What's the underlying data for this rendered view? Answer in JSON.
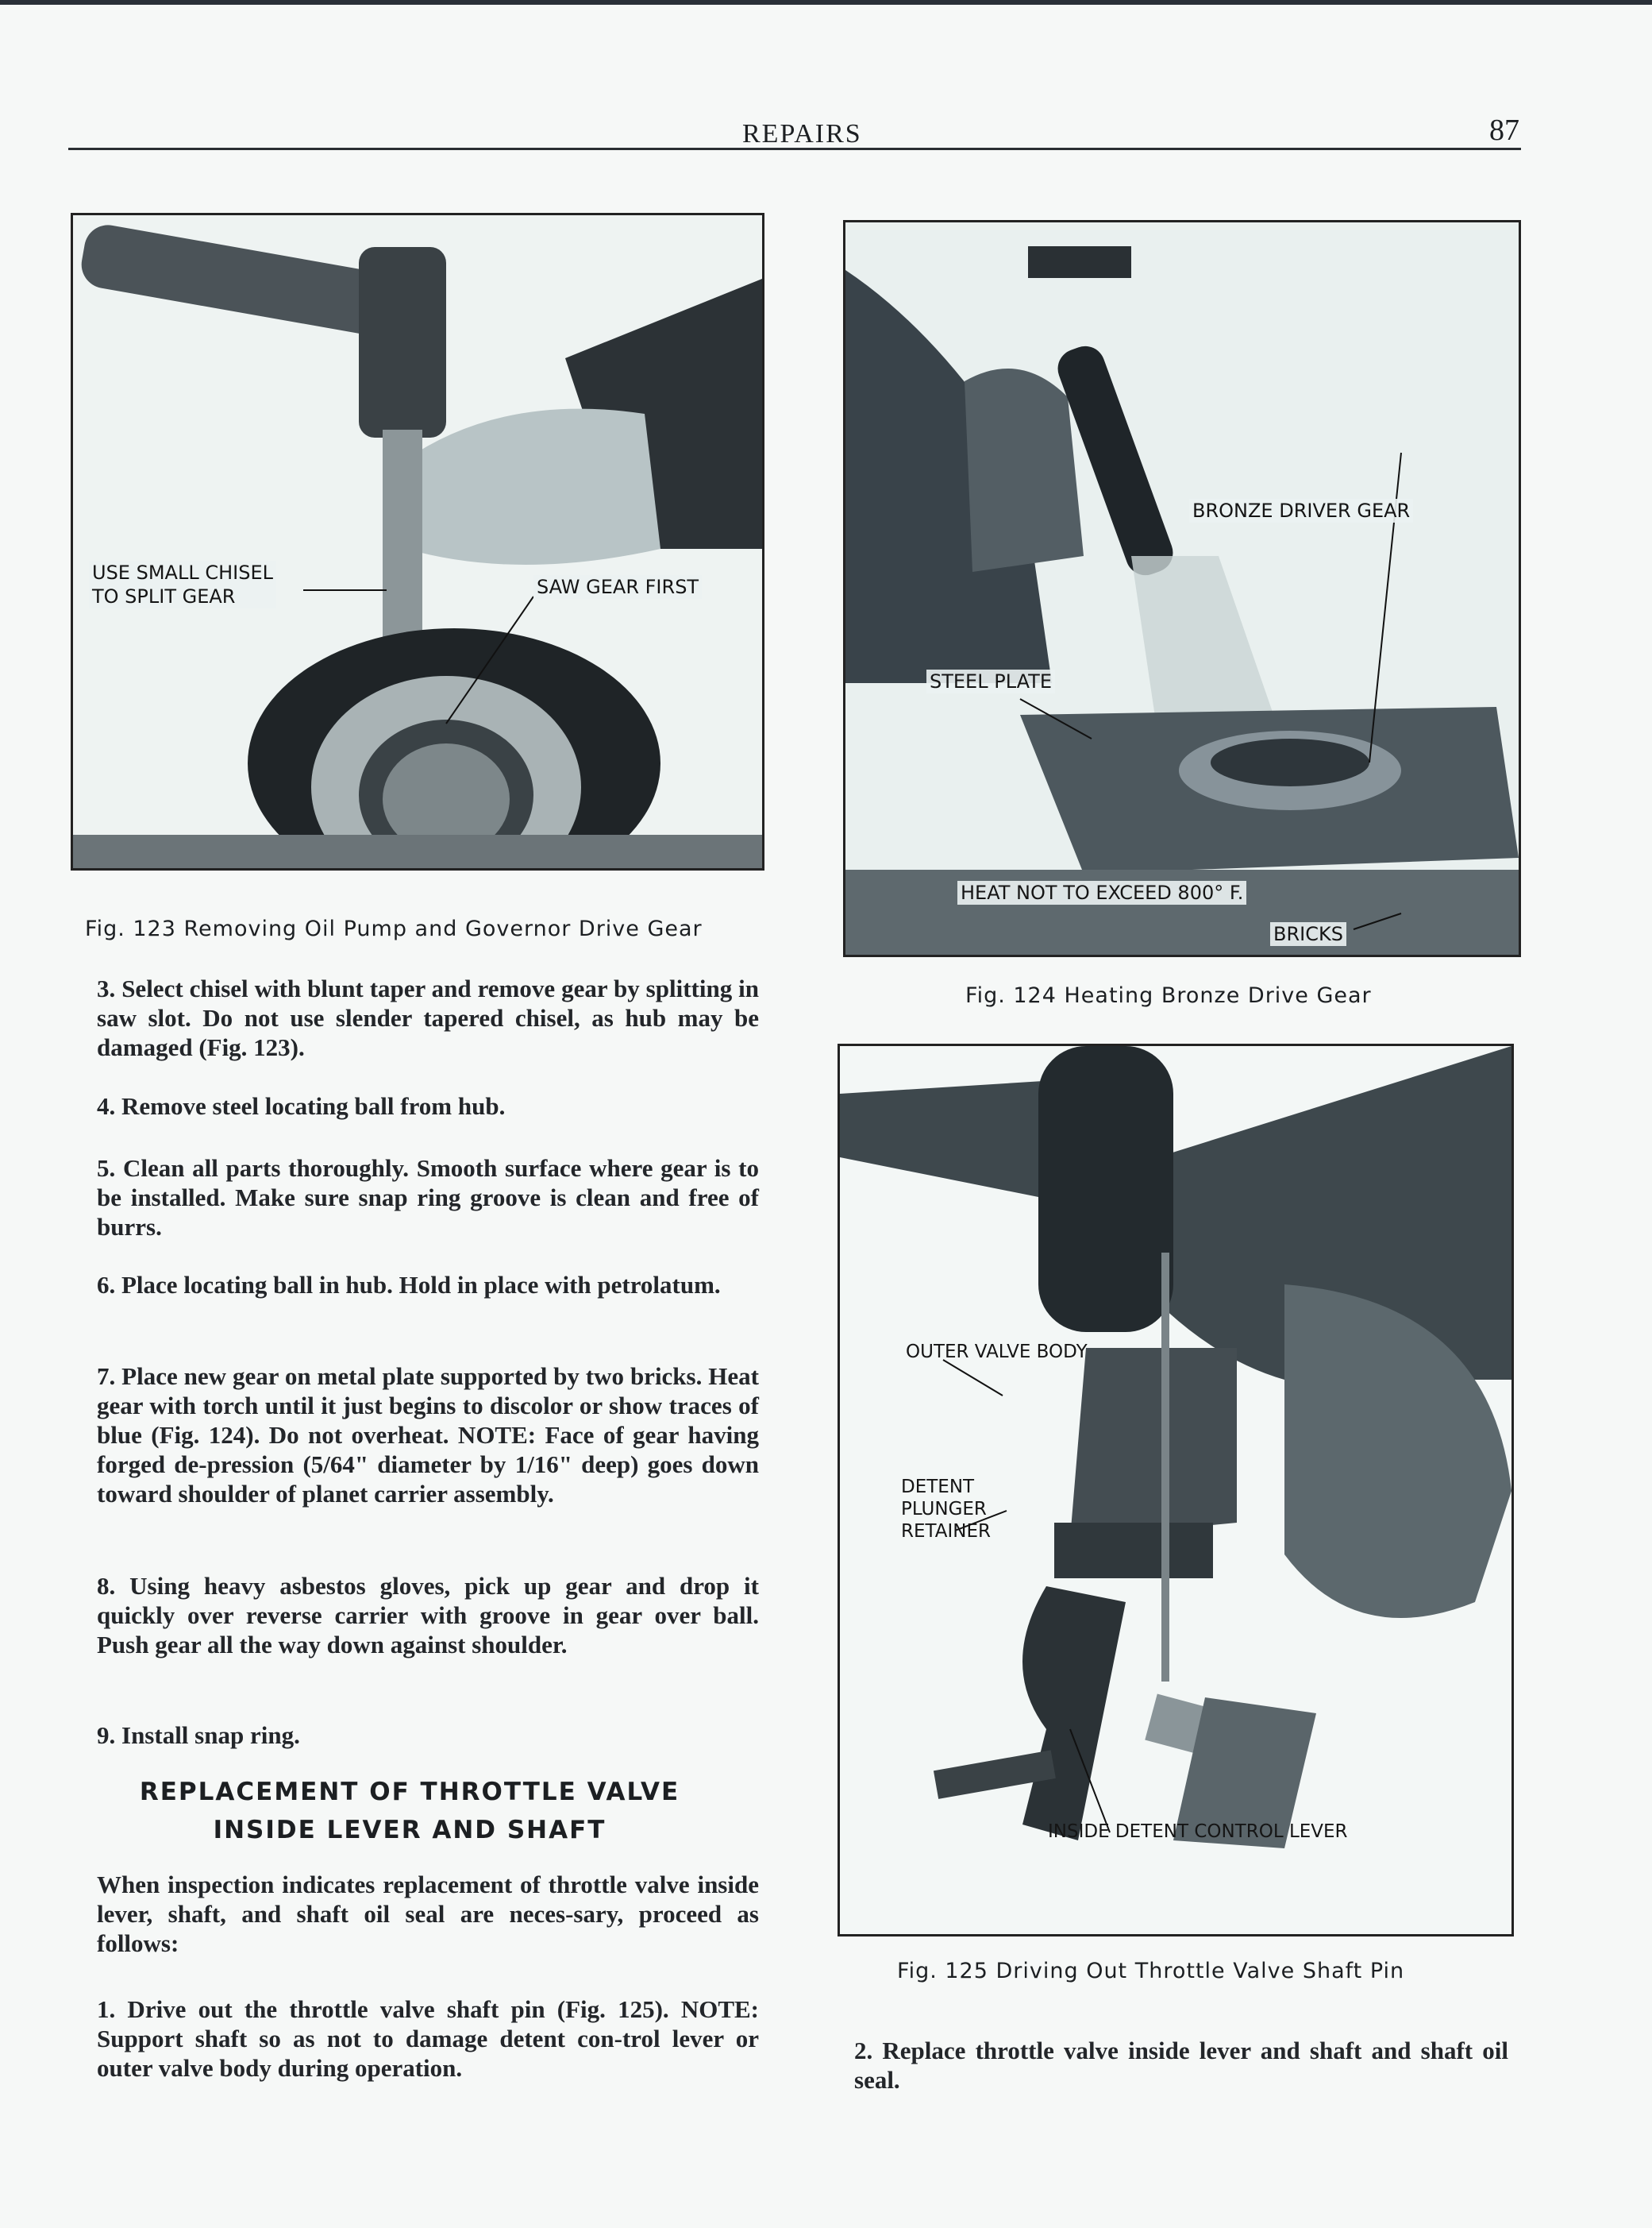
{
  "header": {
    "running_title": "REPAIRS",
    "page_number": "87"
  },
  "figures": [
    {
      "id": "fig123",
      "caption": "Fig. 123  Removing Oil Pump and Governor Drive Gear",
      "labels": {
        "chisel_line1": "USE SMALL CHISEL",
        "chisel_line2": "TO SPLIT GEAR",
        "saw": "SAW GEAR FIRST"
      }
    },
    {
      "id": "fig124",
      "caption": "Fig. 124  Heating Bronze Drive Gear",
      "labels": {
        "bronze": "BRONZE DRIVER GEAR",
        "steel": "STEEL PLATE",
        "heat": "HEAT NOT TO EXCEED 800° F.",
        "bricks": "BRICKS"
      }
    },
    {
      "id": "fig125",
      "caption": "Fig. 125  Driving Out Throttle Valve Shaft Pin",
      "labels": {
        "outer": "OUTER VALVE BODY",
        "detent1": "DETENT",
        "detent2": "PLUNGER",
        "detent3": "RETAINER",
        "inside": "INSIDE DETENT CONTROL LEVER"
      }
    }
  ],
  "left_column": {
    "p3": "3. Select chisel with blunt taper and remove gear by splitting in saw slot.  Do not use slender tapered chisel, as hub may be damaged (Fig. 123).",
    "p4": "4. Remove steel locating ball from hub.",
    "p5": "5. Clean all parts thoroughly. Smooth surface where gear is to be installed.  Make sure snap ring groove is clean and free of burrs.",
    "p6": "6. Place locating ball in hub.  Hold in place with petrolatum.",
    "p7": "7. Place new gear on metal plate supported by two bricks.  Heat gear with torch until it just begins to discolor or show traces of blue (Fig. 124).  Do not overheat.  NOTE: Face of gear having forged de-pression (5/64\" diameter by 1/16\" deep) goes down toward shoulder of planet carrier assembly.",
    "p8": "8. Using heavy asbestos gloves, pick up gear and drop it quickly over reverse carrier with groove in gear over ball.  Push gear all the way down against shoulder.",
    "p9": "9. Install snap ring.",
    "heading_line1": "REPLACEMENT OF THROTTLE VALVE",
    "heading_line2": "INSIDE LEVER AND SHAFT",
    "intro": "When inspection indicates replacement of throttle valve inside lever, shaft, and shaft oil seal are neces-sary, proceed as follows:",
    "step1": "1. Drive out the throttle valve shaft pin (Fig. 125). NOTE:  Support shaft so as not to damage detent con-trol lever or outer valve body during operation."
  },
  "right_column": {
    "step2": "2. Replace throttle valve inside lever and shaft and shaft oil seal."
  }
}
